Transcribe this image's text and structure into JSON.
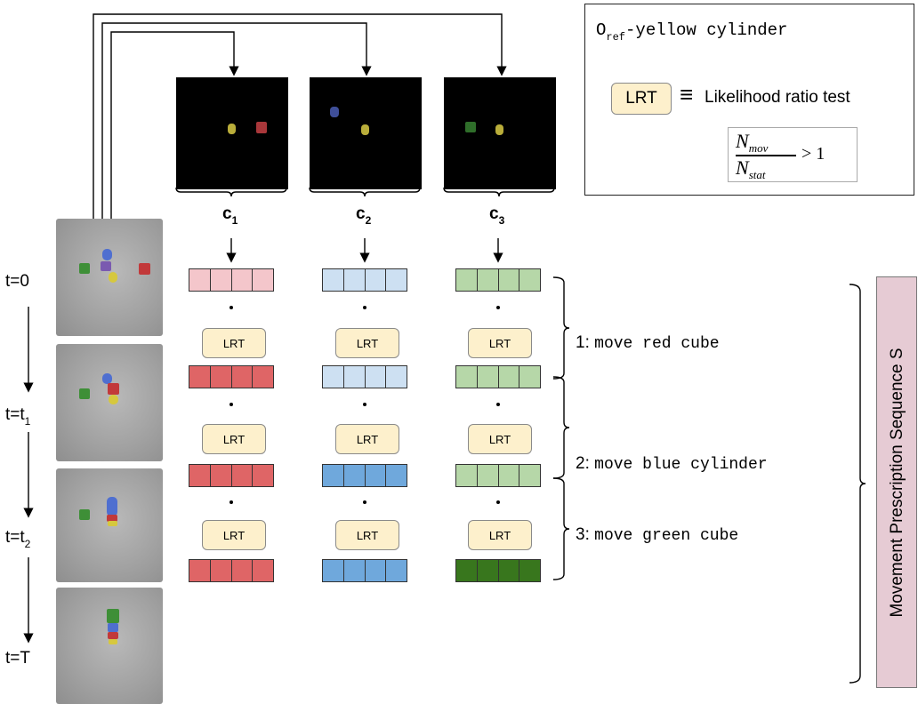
{
  "time_labels": [
    {
      "t": "t=0",
      "sub": ""
    },
    {
      "t": "t=t",
      "sub": "1"
    },
    {
      "t": "t=t",
      "sub": "2"
    },
    {
      "t": "t=T",
      "sub": ""
    }
  ],
  "channels": [
    {
      "label": "c",
      "sub": "1"
    },
    {
      "label": "c",
      "sub": "2"
    },
    {
      "label": "c",
      "sub": "3"
    }
  ],
  "lrt_label": "LRT",
  "legend": {
    "ref_o": "O",
    "ref_sub": "ref",
    "ref_rest": "-yellow cylinder",
    "lrt_key": "LRT",
    "equiv": "≡",
    "lrt_desc": "Likelihood ratio test",
    "frac_num": "N",
    "frac_num_sub": "mov",
    "frac_den": "N",
    "frac_den_sub": "stat",
    "frac_rhs": "> 1"
  },
  "steps": [
    {
      "num": "1:",
      "text": "move red cube"
    },
    {
      "num": "2:",
      "text": "move blue cylinder"
    },
    {
      "num": "3:",
      "text": "move green cube"
    }
  ],
  "sequence_label": "Movement Prescription Sequence S",
  "colors": {
    "red_light": "#f4c6cb",
    "red": "#df6566",
    "blue_light": "#cde0f2",
    "blue": "#6fa8dc",
    "green_light": "#b6d7a8",
    "green": "#38761d",
    "lrt_fill": "#fdf0cc",
    "seq_fill": "#e6cbd4"
  }
}
